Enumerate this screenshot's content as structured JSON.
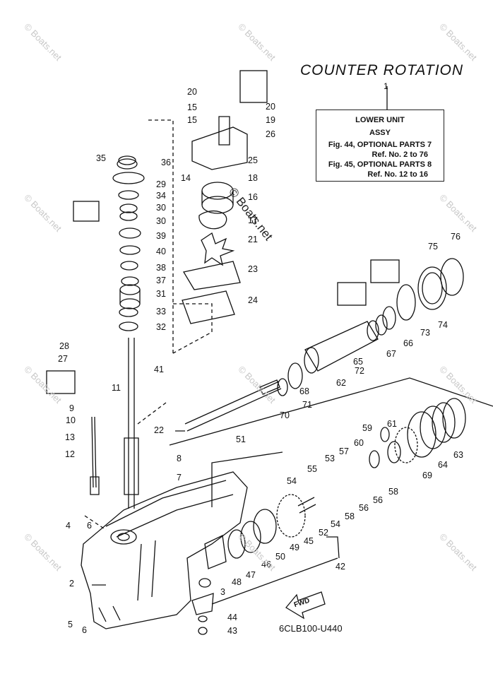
{
  "title": "COUNTER ROTATION",
  "assembly_box": {
    "ref_number": "1",
    "lines": [
      "LOWER UNIT",
      "ASSY",
      "Fig. 44, OPTIONAL PARTS 7",
      "Ref. No. 2 to 76",
      "Fig. 45, OPTIONAL PARTS 8",
      "Ref. No. 12 to 16"
    ]
  },
  "diagram_code": "6CLB100-U440",
  "watermark": "© Boats.net",
  "fwd_label": "FWD",
  "colors": {
    "line": "#111111",
    "watermark": "#c8c8c8"
  },
  "part_labels": [
    "2",
    "3",
    "4",
    "5",
    "6",
    "6",
    "7",
    "8",
    "9",
    "10",
    "11",
    "12",
    "13",
    "14",
    "15",
    "15",
    "16",
    "17",
    "18",
    "19",
    "20",
    "20",
    "21",
    "22",
    "23",
    "24",
    "25",
    "26",
    "27",
    "28",
    "29",
    "30",
    "30",
    "31",
    "32",
    "33",
    "34",
    "35",
    "36",
    "37",
    "38",
    "39",
    "40",
    "41",
    "42",
    "43",
    "44",
    "45",
    "46",
    "47",
    "48",
    "49",
    "50",
    "51",
    "52",
    "53",
    "54",
    "54",
    "55",
    "56",
    "56",
    "57",
    "58",
    "58",
    "59",
    "60",
    "61",
    "62",
    "63",
    "64",
    "65",
    "66",
    "67",
    "68",
    "69",
    "70",
    "71",
    "72",
    "73",
    "74",
    "75",
    "76"
  ]
}
